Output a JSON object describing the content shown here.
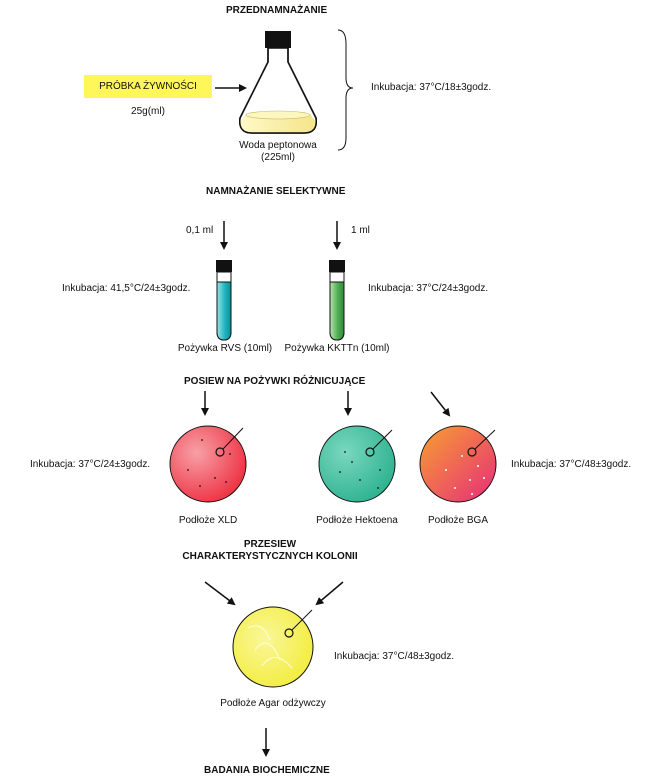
{
  "stages": {
    "preenrichment": "PRZEDNAMNAŻANIE",
    "selective_enrichment": "NAMNAŻANIE SELEKTYWNE",
    "differential_plating": "POSIEW NA POŻYWKI RÓŻNICUJĄCE",
    "subculture_line1": "PRZESIEW",
    "subculture_line2": "CHARAKTERYSTYCZNYCH KOLONII",
    "biochemical": "BADANIA BIOCHEMICZNE"
  },
  "sample": {
    "label": "PRÓBKA ŻYWNOŚCI",
    "amount": "25g(ml)"
  },
  "flask": {
    "medium_line1": "Woda peptonowa",
    "medium_line2": "(225ml)",
    "incubation": "Inkubacja: 37°C/18±3godz."
  },
  "tubes": [
    {
      "volume": "0,1 ml",
      "medium": "Pożywka RVS (10ml)",
      "incubation": "Inkubacja: 41,5°C/24±3godz.",
      "color": "#1fb5bf"
    },
    {
      "volume": "1 ml",
      "medium": "Pożywka KKTTn (10ml)",
      "incubation": "Inkubacja: 37°C/24±3godz.",
      "color": "#4fae53"
    }
  ],
  "plates": [
    {
      "name": "Podłoże XLD",
      "color": "#f04a55"
    },
    {
      "name": "Podłoże Hektoena",
      "color": "#3dbf9e"
    },
    {
      "name": "Podłoże BGA",
      "color": "#f26c52"
    }
  ],
  "plate_incubation_left": "Inkubacja: 37°C/24±3godz.",
  "plate_incubation_right": "Inkubacja: 37°C/48±3godz.",
  "nutrient_plate": {
    "name": "Podłoże Agar odżywczy",
    "incubation": "Inkubacja: 37°C/48±3godz.",
    "color": "#f5f14a"
  }
}
